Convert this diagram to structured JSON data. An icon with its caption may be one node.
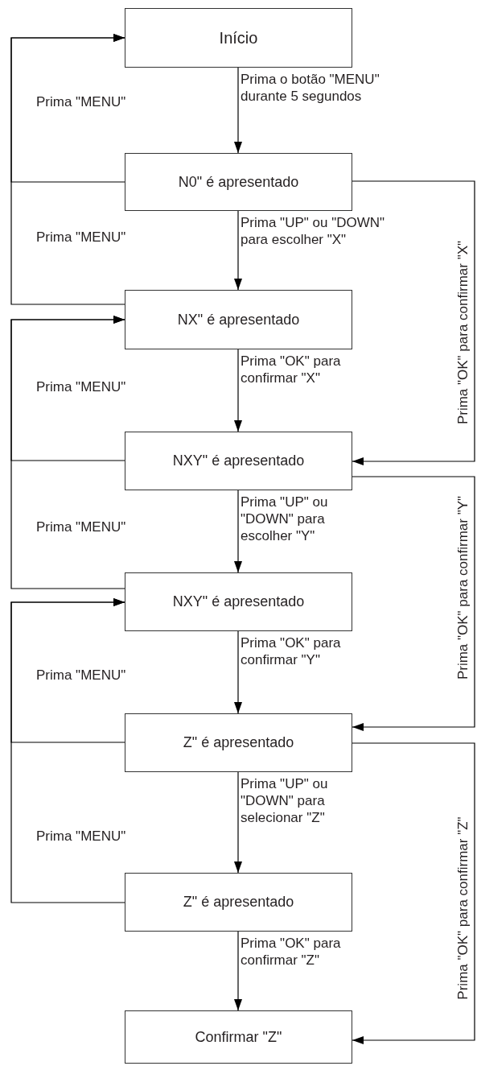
{
  "diagram": {
    "nodes": [
      {
        "text": [
          "Início"
        ]
      },
      {
        "text": [
          "N0\" é apresentado"
        ]
      },
      {
        "text": [
          "NX\" é apresentado"
        ]
      },
      {
        "text": [
          "NXY\" é apresentado"
        ]
      },
      {
        "text": [
          "NXY\" é apresentado"
        ]
      },
      {
        "text": [
          "Z\" é apresentado"
        ]
      },
      {
        "text": [
          "Z\" é apresentado"
        ]
      },
      {
        "text": [
          "Confirmar \"Z\""
        ]
      }
    ],
    "edges": [
      {
        "from": 0,
        "to": 1,
        "arrow": "to",
        "label": "Prima o botão \"MENU\" durante 5 segundos"
      },
      {
        "from": 1,
        "to": 2,
        "arrow": "to",
        "label": "Prima \"UP\" ou \"DOWN\" para escolher \"X\""
      },
      {
        "from": 2,
        "to": 3,
        "arrow": "to",
        "label": "Prima \"OK\" para confirmar \"X\""
      },
      {
        "from": 3,
        "to": 4,
        "arrow": "to",
        "label": "Prima \"UP\" ou \"DOWN\" para escolher \"Y\""
      },
      {
        "from": 4,
        "to": 5,
        "arrow": "to",
        "label": "Prima \"OK\" para confirmar \"Y\""
      },
      {
        "from": 5,
        "to": 6,
        "arrow": "to",
        "label": "Prima \"UP\" ou \"DOWN\" para selecionar \"Z\""
      },
      {
        "from": 6,
        "to": 7,
        "arrow": "to",
        "label": "Prima \"OK\" para confirmar \"Z\""
      },
      {
        "from": 1,
        "to": 0,
        "arrow": "to",
        "label": "Prima \"MENU\""
      },
      {
        "from": 2,
        "to": 0,
        "arrow": "to",
        "label": "Prima \"MENU\""
      },
      {
        "from": 3,
        "to": 2,
        "arrow": "to",
        "label": "Prima \"MENU\""
      },
      {
        "from": 4,
        "to": 2,
        "arrow": "to",
        "label": "Prima \"MENU\""
      },
      {
        "from": 5,
        "to": 4,
        "arrow": "to",
        "label": "Prima \"MENU\""
      },
      {
        "from": 6,
        "to": 4,
        "arrow": "to",
        "label": "Prima \"MENU\""
      },
      {
        "from": 1,
        "to": 3,
        "arrow": "to",
        "label": "Prima \"OK\" para confirmar \"X\""
      },
      {
        "from": 3,
        "to": 5,
        "arrow": "to",
        "label": "Prima \"OK\" para confirmar \"Y\""
      },
      {
        "from": 5,
        "to": 7,
        "arrow": "to",
        "label": "Prima \"OK\" para confirmar \"Z\""
      }
    ]
  }
}
